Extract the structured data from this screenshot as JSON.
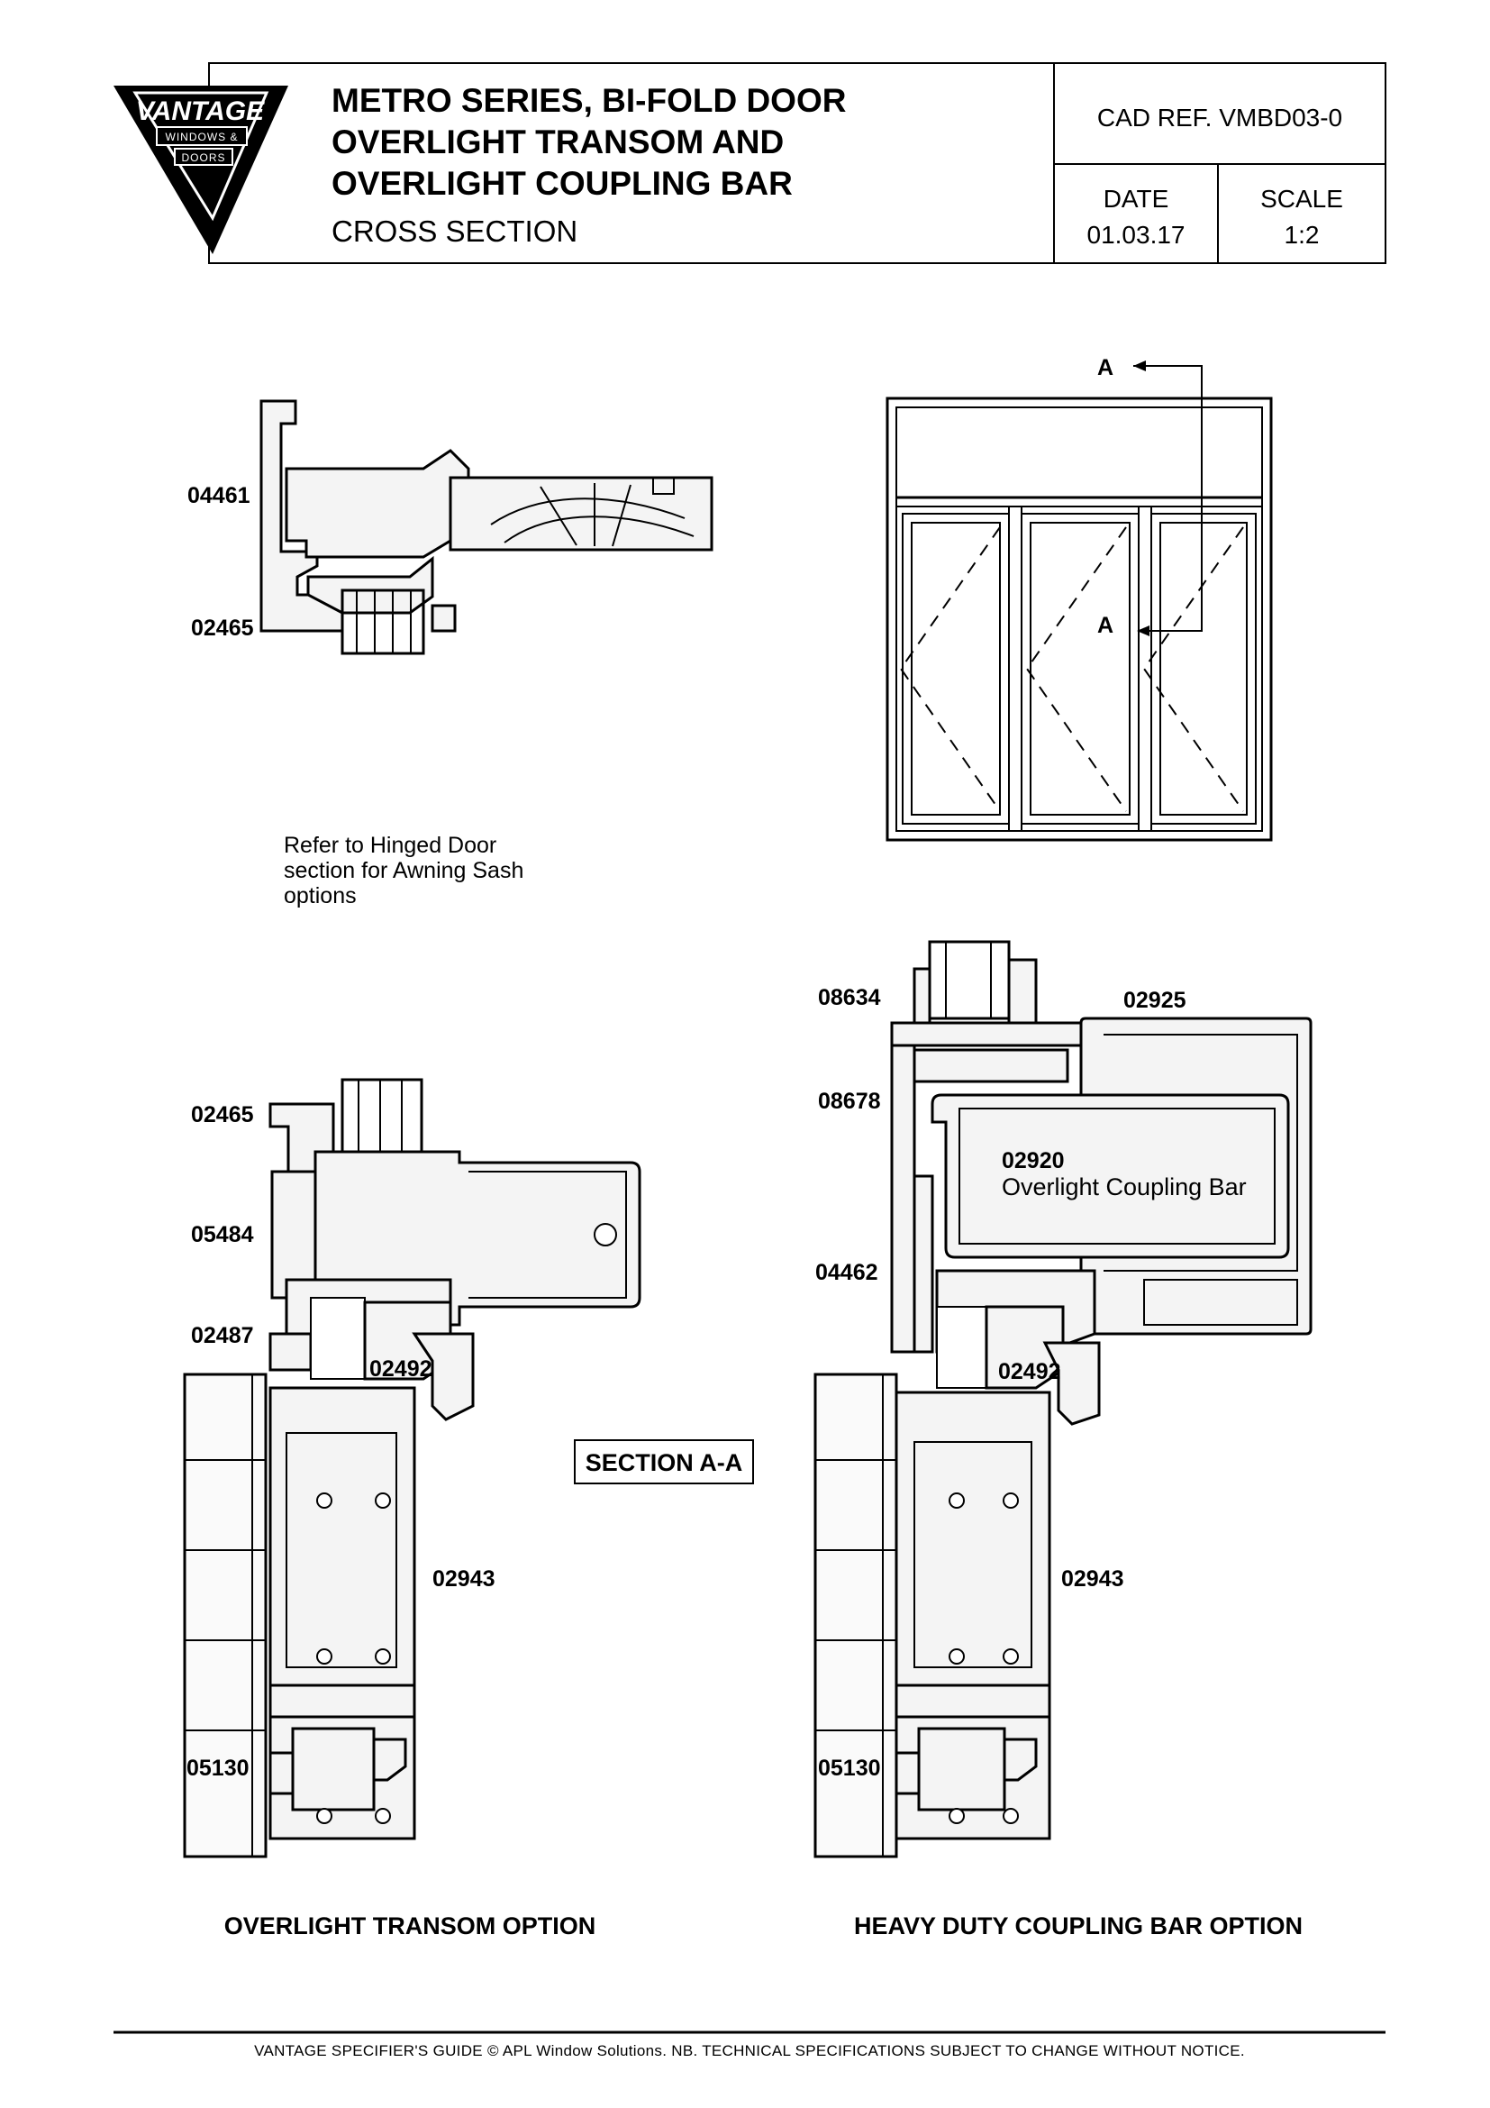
{
  "title_block": {
    "logo": {
      "brand": "VANTAGE",
      "line1": "WINDOWS &",
      "line2": "DOORS"
    },
    "title_lines": [
      "METRO SERIES, BI-FOLD DOOR",
      "OVERLIGHT TRANSOM AND",
      "OVERLIGHT COUPLING BAR"
    ],
    "subtitle": "CROSS SECTION",
    "cad_ref": "CAD REF.  VMBD03-0",
    "date_label": "DATE",
    "date_value": "01.03.17",
    "scale_label": "SCALE",
    "scale_value": "1:2"
  },
  "top_detail": {
    "labels": [
      "04461",
      "02465"
    ],
    "note_lines": [
      "Refer to Hinged Door",
      "section for Awning Sash",
      "options"
    ]
  },
  "elevation": {
    "section_marker_top": "A",
    "section_marker_bottom": "A"
  },
  "section_label": "SECTION A-A",
  "left_section": {
    "labels": [
      "02465",
      "05484",
      "02487",
      "02492",
      "02943",
      "05130"
    ],
    "caption": "OVERLIGHT TRANSOM OPTION"
  },
  "right_section": {
    "labels": [
      "08634",
      "02925",
      "08678",
      "02920",
      "Overlight Coupling Bar",
      "04462",
      "02492",
      "02943",
      "05130"
    ],
    "caption": "HEAVY DUTY COUPLING BAR OPTION"
  },
  "footer": "VANTAGE SPECIFIER'S GUIDE  © APL Window Solutions. NB. TECHNICAL SPECIFICATIONS SUBJECT TO CHANGE WITHOUT NOTICE."
}
